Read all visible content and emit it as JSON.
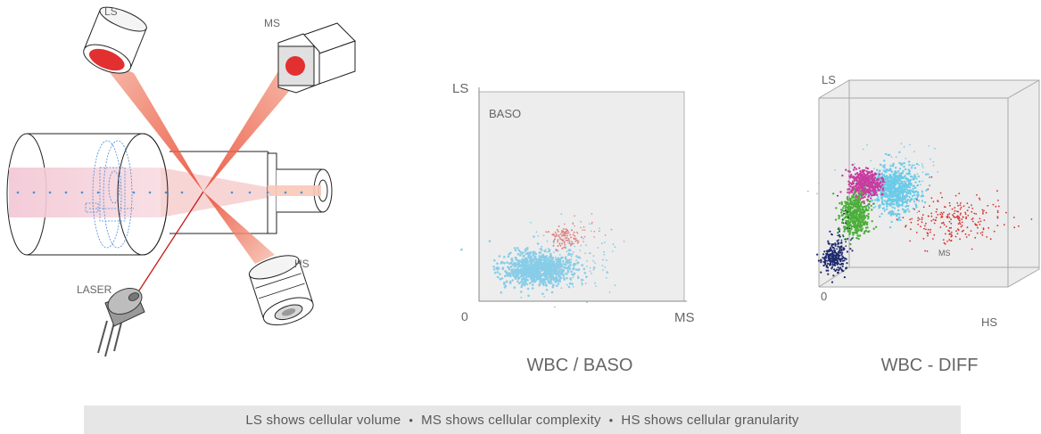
{
  "apparatus": {
    "ls_label": "LS",
    "ms_label": "MS",
    "hs_label": "HS",
    "laser_label": "LASER"
  },
  "baso_plot": {
    "y_axis_label": "LS",
    "x_axis_label": "MS",
    "origin_label": "0",
    "region_label": "BASO",
    "title": "WBC / BASO",
    "colors": {
      "main": "#88cde8",
      "baso": "#e08585",
      "background": "#ededed"
    }
  },
  "diff_plot": {
    "y_axis_label": "LS",
    "x_axis_label": "HS",
    "depth_axis_label": "MS",
    "origin_label": "0",
    "title": "WBC - DIFF",
    "colors": {
      "magenta": "#c93ca0",
      "cyan": "#6ccbe8",
      "green": "#4caf3a",
      "navy": "#1f2a6e",
      "red": "#d83030"
    }
  },
  "footer": {
    "items": [
      "LS shows cellular volume",
      "MS shows cellular complexity",
      "HS shows cellular granularity"
    ],
    "separator": "•"
  }
}
